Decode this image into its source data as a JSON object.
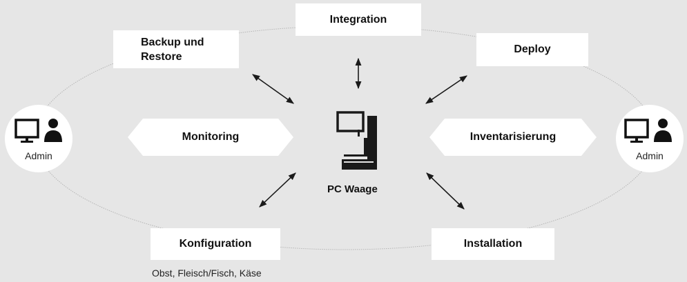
{
  "nodes": {
    "integration": "Integration",
    "backup_restore": [
      "Backup und",
      "Restore"
    ],
    "deploy": "Deploy",
    "monitoring": "Monitoring",
    "inventarisierung": "Inventarisierung",
    "konfiguration": "Konfiguration",
    "installation": "Installation"
  },
  "center": {
    "label": "PC Waage",
    "icon": "scale-pc-icon"
  },
  "admins": {
    "left": "Admin",
    "right": "Admin"
  },
  "footnote": "Obst, Fleisch/Fisch, Käse",
  "colors": {
    "background": "#e6e6e6",
    "box": "#ffffff",
    "text": "#111111",
    "arrow": "#1a1a1a",
    "ring": "#b5b5b5"
  }
}
